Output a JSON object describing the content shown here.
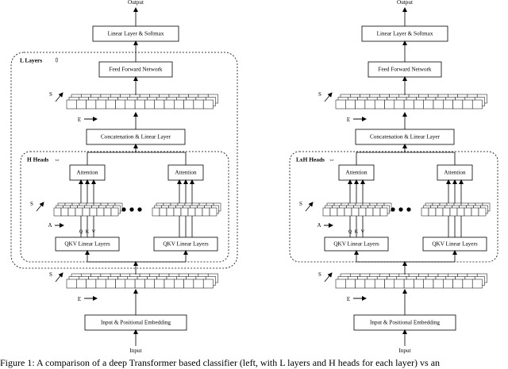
{
  "diagrams": [
    {
      "output": "Output",
      "input": "Input",
      "final": "Linear Layer & Softmax",
      "ffn": "Feed Forward Network",
      "concat": "Concatenation & Linear Layer",
      "layers_label": "L Layers",
      "layers_marker": "⇳",
      "heads_label": "H Heads",
      "heads_marker": "⇔",
      "attention": "Attention",
      "qkv": "QKV Linear Layers",
      "embed": "Input & Positional Embedding",
      "dim_s": "S",
      "dim_e": "E",
      "dim_a": "A",
      "q": "Q",
      "k": "K",
      "v": "V"
    },
    {
      "output": "Output",
      "input": "Input",
      "final": "Linear Layer & Softmax",
      "ffn": "Feed Forward Network",
      "concat": "Concatenation & Linear Layer",
      "heads_label": "LxH Heads",
      "heads_marker": "⇔",
      "attention": "Attention",
      "qkv": "QKV Linear Layers",
      "embed": "Input & Positional Embedding",
      "dim_s": "S",
      "dim_e": "E",
      "dim_a": "A",
      "q": "Q",
      "k": "K",
      "v": "V"
    }
  ],
  "caption": "Figure 1: A comparison of a deep Transformer based classifier (left, with L layers and H heads for each layer) vs an"
}
